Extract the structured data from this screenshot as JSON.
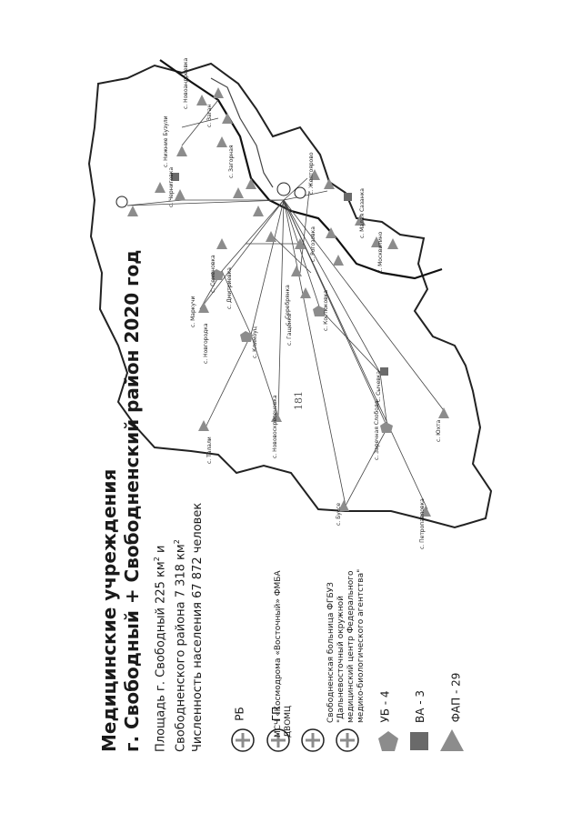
{
  "page_number": "181",
  "title": {
    "line1": "Медицинские учреждения",
    "line2": "г. Свободный + Свободненский район 2020 год"
  },
  "stats": {
    "area_city_prefix": "Площадь г. Свободный 225 км",
    "area_city_suffix": " и",
    "area_district": "Свободненского района 7 318 км",
    "population": "Численность населения 67 872 человек",
    "sup": "2"
  },
  "legend": {
    "rb": "РБ",
    "gp": "ГП",
    "msch": "МСЧ «Космодрома «Восточный» ФМБА ДВОМЦ",
    "hospital_line1": "Свободненская больница ФГБУЗ",
    "hospital_line2": "\"Дальневосточный окружной",
    "hospital_line3": "медицинский центр Федерального",
    "hospital_line4": "медико-биологического агентства\"",
    "ub": "УБ - 4",
    "va": "ВА - 3",
    "fap": "ФАП - 29"
  },
  "map": {
    "labels": [
      "с. Новоандреевка",
      "с. Загорная",
      "с. Заган",
      "с. Черниговка",
      "с. Семеновка",
      "с. Малая Сазанка",
      "с. Костюковка",
      "с. Москвитино",
      "с. Юхта",
      "с. Сычевка",
      "с. Нижние Бузули",
      "с. Новгородка",
      "с. Петропавловка",
      "с. Буссе",
      "с. Талали",
      "с. Климоуц",
      "с. Дмитриевка",
      "с. Маркучи",
      "с. Серебрянка",
      "с. Гащенка",
      "с. Нововоскресеновка",
      "с. Заречная Слобода",
      "с. Желтоярово",
      "с. Рогозовка"
    ]
  },
  "colors": {
    "symbol_fill": "#8c8c8c",
    "symbol_dark": "#6a6a6a",
    "line": "#333333"
  }
}
